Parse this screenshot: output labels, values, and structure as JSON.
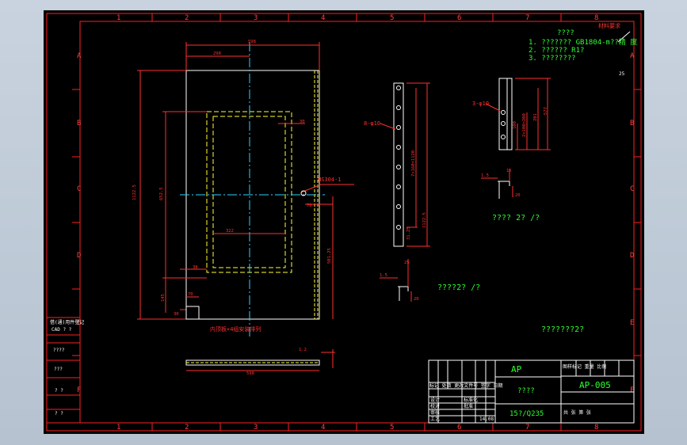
{
  "frame": {
    "cols": [
      "1",
      "2",
      "3",
      "4",
      "5",
      "6",
      "7",
      "8"
    ],
    "rows": [
      "A",
      "B",
      "C",
      "D",
      "E",
      "F"
    ]
  },
  "notes": {
    "header": "????",
    "line1": "1. ??????? GB1804-m??精  度",
    "line2": "2. ?????? R1?",
    "line3": "3. ????????",
    "stamp": "材料要求",
    "scale_num": "25"
  },
  "main_view": {
    "dim_top_outer": "598",
    "dim_top_inner": "298",
    "dim_left_outer": "1122.5",
    "dim_left_inner": "652.5",
    "dim_bottom_inner": "322",
    "dim_right_small": "30",
    "dim_side_offset": "501.25",
    "dim_small_1": "70",
    "dim_small_2": "30",
    "dim_left_bottom": "145",
    "dim_left_mid": "38",
    "dim_foot_1": "70",
    "dim_foot_2": "30",
    "label_hs": "HS304-1",
    "label_cut": "内顶板×4组安装排列"
  },
  "bottom_view": {
    "dim_len": "598",
    "dim_thk": "1.2"
  },
  "side_bar": {
    "hole_label": "8-φ10",
    "dim_pitch": "7×160=1120",
    "dim_total": "1122.5",
    "dim_end": "31.25"
  },
  "small_bar": {
    "hole_label": "3-φ10",
    "dim_pitch": "2×100=200",
    "dim_total": "201",
    "dim_a": "100",
    "dim_b": "577"
  },
  "sections": {
    "sec1_a": "1.5",
    "sec1_b": "15",
    "sec1_c": "20",
    "sec2_a": "1.5",
    "sec2_b": "25",
    "sec2_c": "20",
    "label_sec1": "????    2? /?",
    "label_sec2": "????2? /?",
    "label_sec3": "???????2?"
  },
  "left_strip": {
    "cells": [
      "借(通)用件登记",
      "CAD ? ?",
      "????",
      "???",
      "?  ?",
      "?  ?"
    ]
  },
  "title_block": {
    "code": "AP",
    "name": "????",
    "drawing_no": "AP-005",
    "material": "15?/Q235",
    "scale_row": "图样标记  重量  比例",
    "sheet_row": "共  张  第  张",
    "rev_cols": "标记 处数 更改文件号 签字 日期",
    "design": "设计",
    "check": "校对",
    "audit": "审核",
    "std": "标准化",
    "craft": "工艺",
    "approve": "批准",
    "date": "14.08"
  },
  "colors": {
    "frame": "#ff2020",
    "geometry": "#ffffff",
    "dims": "#ff3030",
    "hidden": "#ffff30",
    "center": "#30d0ff",
    "notes": "#30ff30"
  }
}
